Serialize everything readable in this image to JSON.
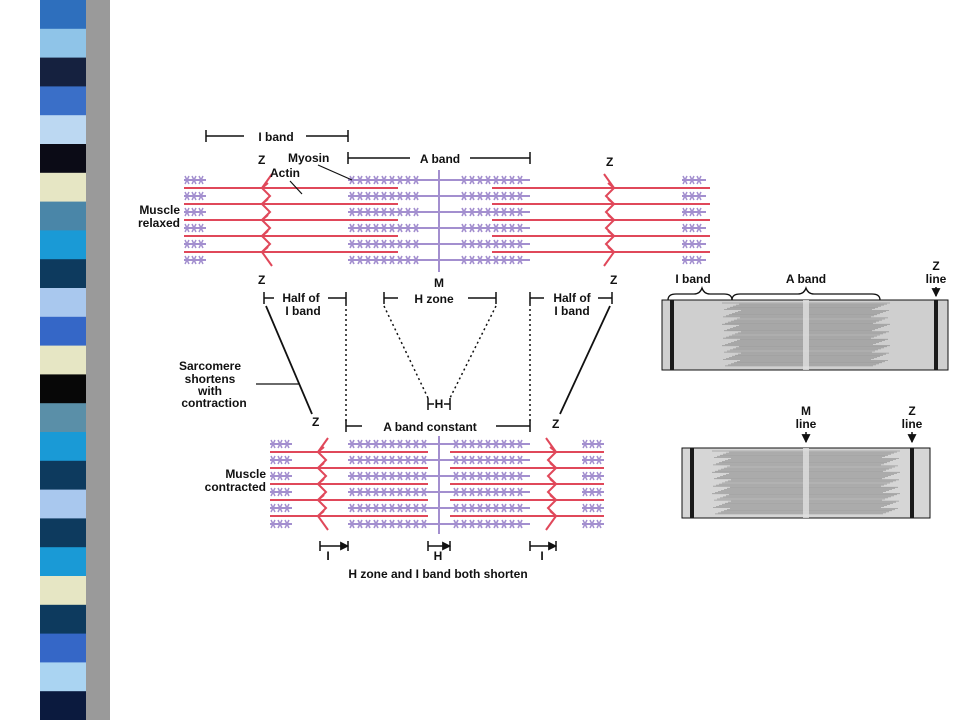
{
  "sidebar": {
    "stripes": [
      "#2e6fbd",
      "#8fc4e8",
      "#15213f",
      "#3a6fc8",
      "#bcd8f2",
      "#0b0b16",
      "#e6e6c4",
      "#4a86a8",
      "#1a9ad6",
      "#0d3a5e",
      "#a9c8ee",
      "#3567c7",
      "#e6e6c4",
      "#070707",
      "#5a8fa8",
      "#1a9ad6",
      "#0d3a5e",
      "#a9c8ee",
      "#0d3a5e",
      "#1a9ad6",
      "#e6e6c4",
      "#0d3a5e",
      "#3567c7",
      "#aad4f2",
      "#0b1a3e"
    ],
    "edge_color": "#9a9a9a"
  },
  "colors": {
    "actin": "#e0485a",
    "myosin": "#a38fcf",
    "ink": "#111111"
  },
  "relaxed": {
    "i_band": "I band",
    "a_band": "A band",
    "myosin": "Myosin",
    "actin": "Actin",
    "z_left_top": "Z",
    "z_right_top": "Z",
    "z_left_bottom": "Z",
    "z_right_bottom": "Z",
    "m": "M",
    "state_1": "Muscle",
    "state_2": "relaxed"
  },
  "middle": {
    "half_i_left_1": "Half of",
    "half_i_left_2": "I band",
    "h_zone": "H zone",
    "half_i_right_1": "Half of",
    "half_i_right_2": "I band",
    "sarcomere_1": "Sarcomere",
    "sarcomere_2": "shortens",
    "sarcomere_3": "with",
    "sarcomere_4": "contraction",
    "h_small": "H"
  },
  "contracted": {
    "z_left": "Z",
    "z_right": "Z",
    "a_band_constant": "A band constant",
    "state_1": "Muscle",
    "state_2": "contracted",
    "i_left": "I",
    "h": "H",
    "i_right": "I",
    "caption": "H zone and I band both shorten"
  },
  "micrographs": {
    "top": {
      "i_band": "I band",
      "a_band": "A band",
      "z_1": "Z",
      "z_2": "line"
    },
    "bottom": {
      "m_1": "M",
      "m_2": "line",
      "z_1": "Z",
      "z_2": "line"
    }
  }
}
